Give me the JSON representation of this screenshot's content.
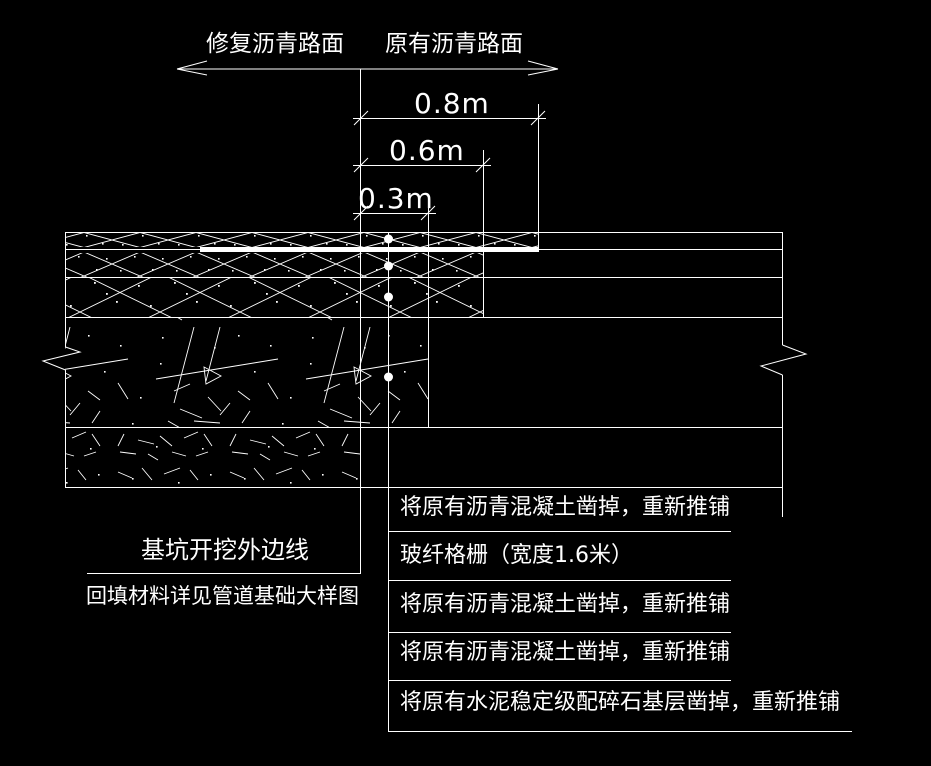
{
  "drawing": {
    "background": "#000000",
    "stroke_color": "#ffffff",
    "top_labels": {
      "left": "修复沥青路面",
      "right": "原有沥青路面"
    },
    "dimensions": {
      "d08": "0.8m",
      "d06": "0.6m",
      "d03": "0.3m"
    },
    "side_labels": {
      "excavation_edge": "基坑开挖外边线",
      "backfill": "回填材料详见管道基础大样图"
    },
    "annotations": [
      "将原有沥青混凝土凿掉，重新推铺",
      "玻纤格栅（宽度1.6米）",
      "将原有沥青混凝土凿掉，重新推铺",
      "将原有沥青混凝土凿掉，重新推铺",
      "将原有水泥稳定级配碎石基层凿掉，重新推铺"
    ]
  }
}
